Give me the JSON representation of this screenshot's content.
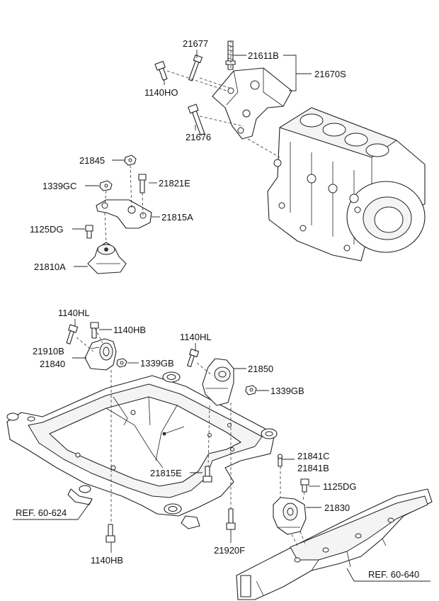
{
  "labels": {
    "p21677": "21677",
    "p21611B": "21611B",
    "p21670S": "21670S",
    "p1140HO": "1140HO",
    "p21676": "21676",
    "p21845": "21845",
    "p1339GC": "1339GC",
    "p21821E": "21821E",
    "p21815A": "21815A",
    "p1125DG_top": "1125DG",
    "p21810A": "21810A",
    "p1140HL_left": "1140HL",
    "p1140HB_top": "1140HB",
    "p21910B": "21910B",
    "p21840": "21840",
    "p1339GB_left": "1339GB",
    "p1140HL_right": "1140HL",
    "p21850": "21850",
    "p1339GB_right": "1339GB",
    "p21815E": "21815E",
    "p21841C": "21841C",
    "p21841B": "21841B",
    "p1125DG_bottom": "1125DG",
    "p21830": "21830",
    "ref_left": "REF. 60-624",
    "p1140HB_bottom": "1140HB",
    "p21920F": "21920F",
    "ref_right": "REF. 60-640"
  },
  "icons": [
    "bolt-icon",
    "nut-icon",
    "washer-icon",
    "stud-icon"
  ]
}
